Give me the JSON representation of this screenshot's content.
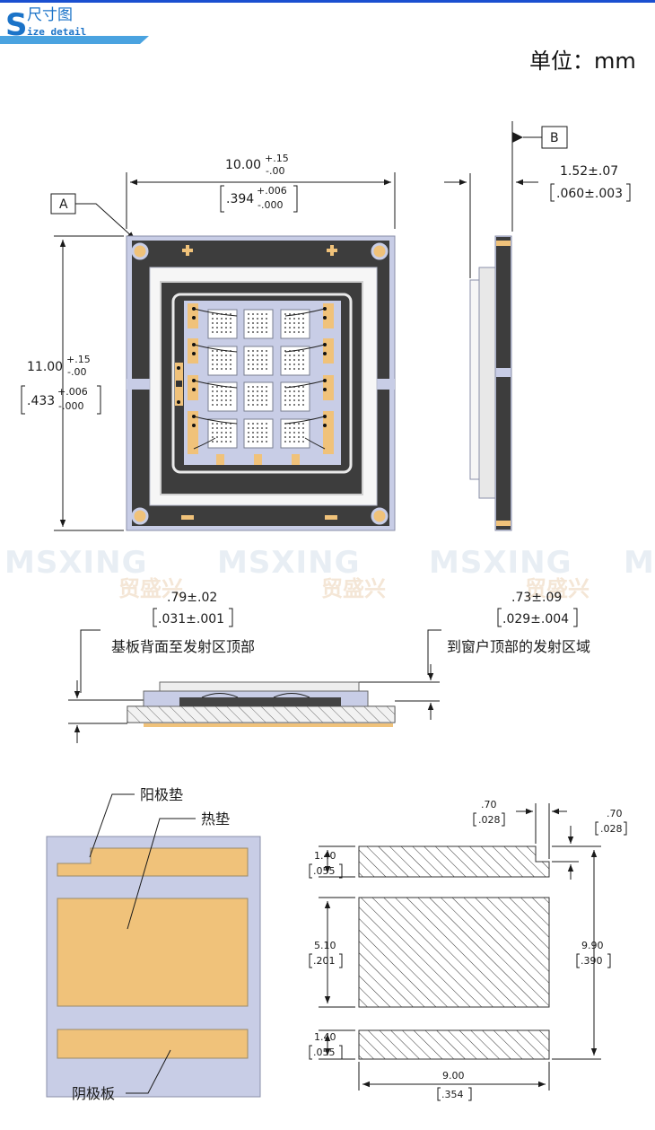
{
  "header": {
    "logo_letter": "S",
    "logo_cn": "尺寸图",
    "logo_en": "ize detail",
    "unit_label": "单位：mm"
  },
  "watermark": {
    "brand": "MSXING",
    "brand_cn": "贸盛兴"
  },
  "top_view": {
    "datum_a": "A",
    "width_value": "10.00",
    "width_tol_plus": "+.15",
    "width_tol_minus": "-.00",
    "width_in_value": ".394",
    "width_in_tol_plus": "+.006",
    "width_in_tol_minus": "-.000",
    "height_value": "11.00",
    "height_tol_plus": "+.15",
    "height_tol_minus": "-.00",
    "height_in_value": ".433",
    "height_in_tol_plus": "+.006",
    "height_in_tol_minus": "-.000"
  },
  "side_view": {
    "datum_b": "B",
    "thickness_mm": "1.52±.07",
    "thickness_in": ".060±.003"
  },
  "profile_view": {
    "left_dim_mm": ".79±.02",
    "left_dim_in": ".031±.001",
    "left_label": "基板背面至发射区顶部",
    "right_dim_mm": ".73±.09",
    "right_dim_in": ".029±.004",
    "right_label": "到窗户顶部的发射区域"
  },
  "pad_view": {
    "anode_label": "阳极垫",
    "thermal_label": "热垫",
    "cathode_label": "阴极板"
  },
  "pad_dims": {
    "notch_w_mm": ".70",
    "notch_w_in": ".028",
    "notch_h_mm": ".70",
    "notch_h_in": ".028",
    "top_pad_h_mm": "1.40",
    "top_pad_h_in": ".055",
    "center_pad_h_mm": "5.10",
    "center_pad_h_in": ".201",
    "bottom_pad_h_mm": "1.40",
    "bottom_pad_h_in": ".055",
    "total_h_mm": "9.90",
    "total_h_in": ".390",
    "width_mm": "9.00",
    "width_in": ".354"
  }
}
